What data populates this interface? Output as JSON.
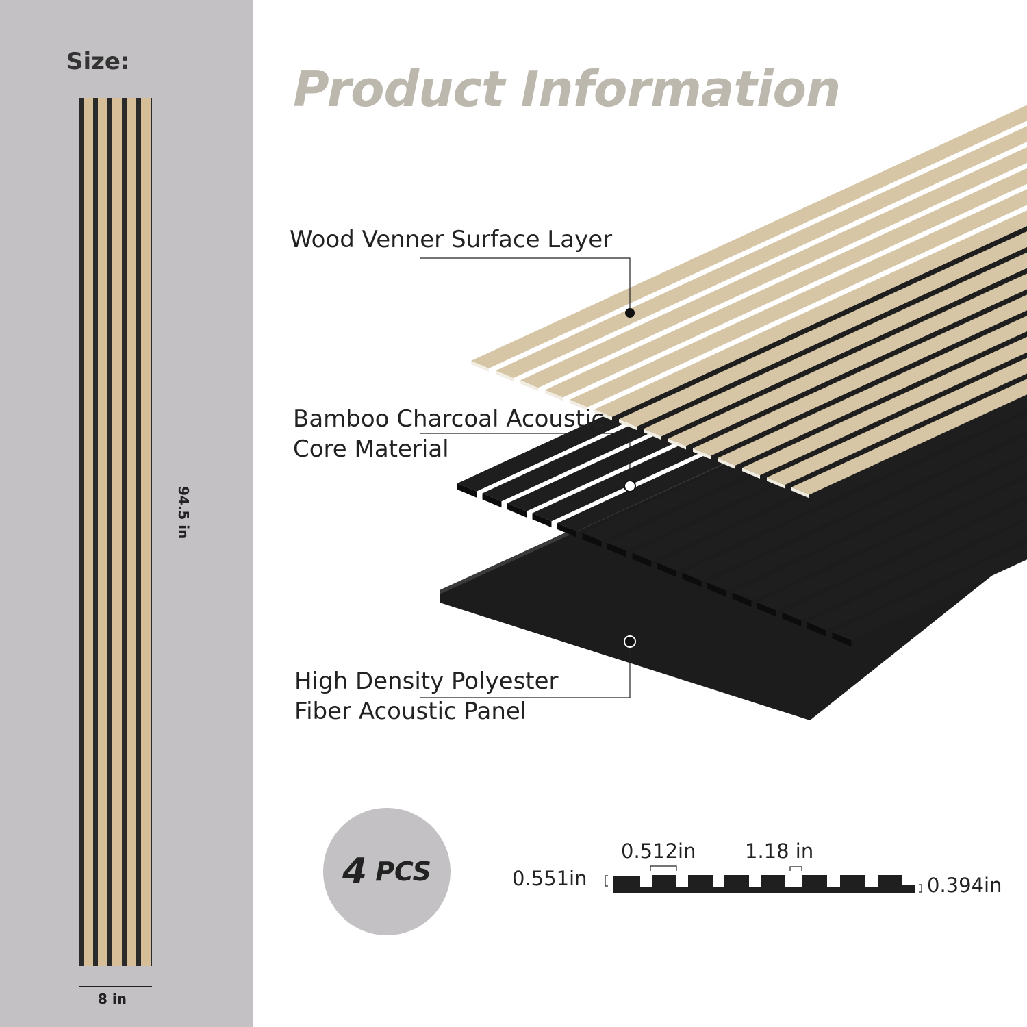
{
  "size": {
    "label": "Size:",
    "height": "94.5 in",
    "width": "8 in"
  },
  "title": "Product Information",
  "layers": [
    {
      "label": "Wood Venner Surface Layer"
    },
    {
      "label_line1": "Bamboo Charcoal Acoustic",
      "label_line2": "Core Material"
    },
    {
      "label_line1": "High Density Polyester",
      "label_line2": "Fiber Acoustic Panel"
    }
  ],
  "quantity": {
    "number": "4",
    "unit": "PCS"
  },
  "profile": {
    "slat_width": "0.512in",
    "gap_width": "1.18 in",
    "total_thickness": "0.551in",
    "base_thickness": "0.394in"
  },
  "colors": {
    "wood": "#d6c6a6",
    "core": "#1c1c1c",
    "side_bg": "#c3c1c3",
    "title": "#bdb8ad"
  }
}
